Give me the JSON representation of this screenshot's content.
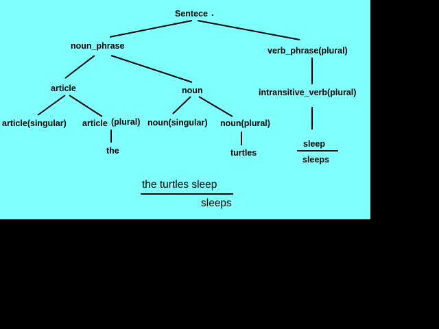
{
  "colors": {
    "canvas_background": "#80ffff",
    "screen_background": "#000000",
    "ink": "#000000"
  },
  "tree": {
    "root": "Sentece",
    "noun_phrase": "noun_phrase",
    "verb_phrase": "verb_phrase(plural)",
    "article": "article",
    "noun": "noun",
    "intransitive_verb": "intransitive_verb(plural)",
    "article_singular": "article(singular)",
    "article_plural_prefix": "article",
    "article_plural_suffix": "(plural)",
    "noun_singular": "noun(singular)",
    "noun_plural": "noun(plural)",
    "word_the": "the",
    "word_turtles": "turtles",
    "verb_option_1": "sleep",
    "verb_option_2": "sleeps"
  },
  "sentence": {
    "text": "the turtles sleep",
    "alternative": "sleeps"
  }
}
